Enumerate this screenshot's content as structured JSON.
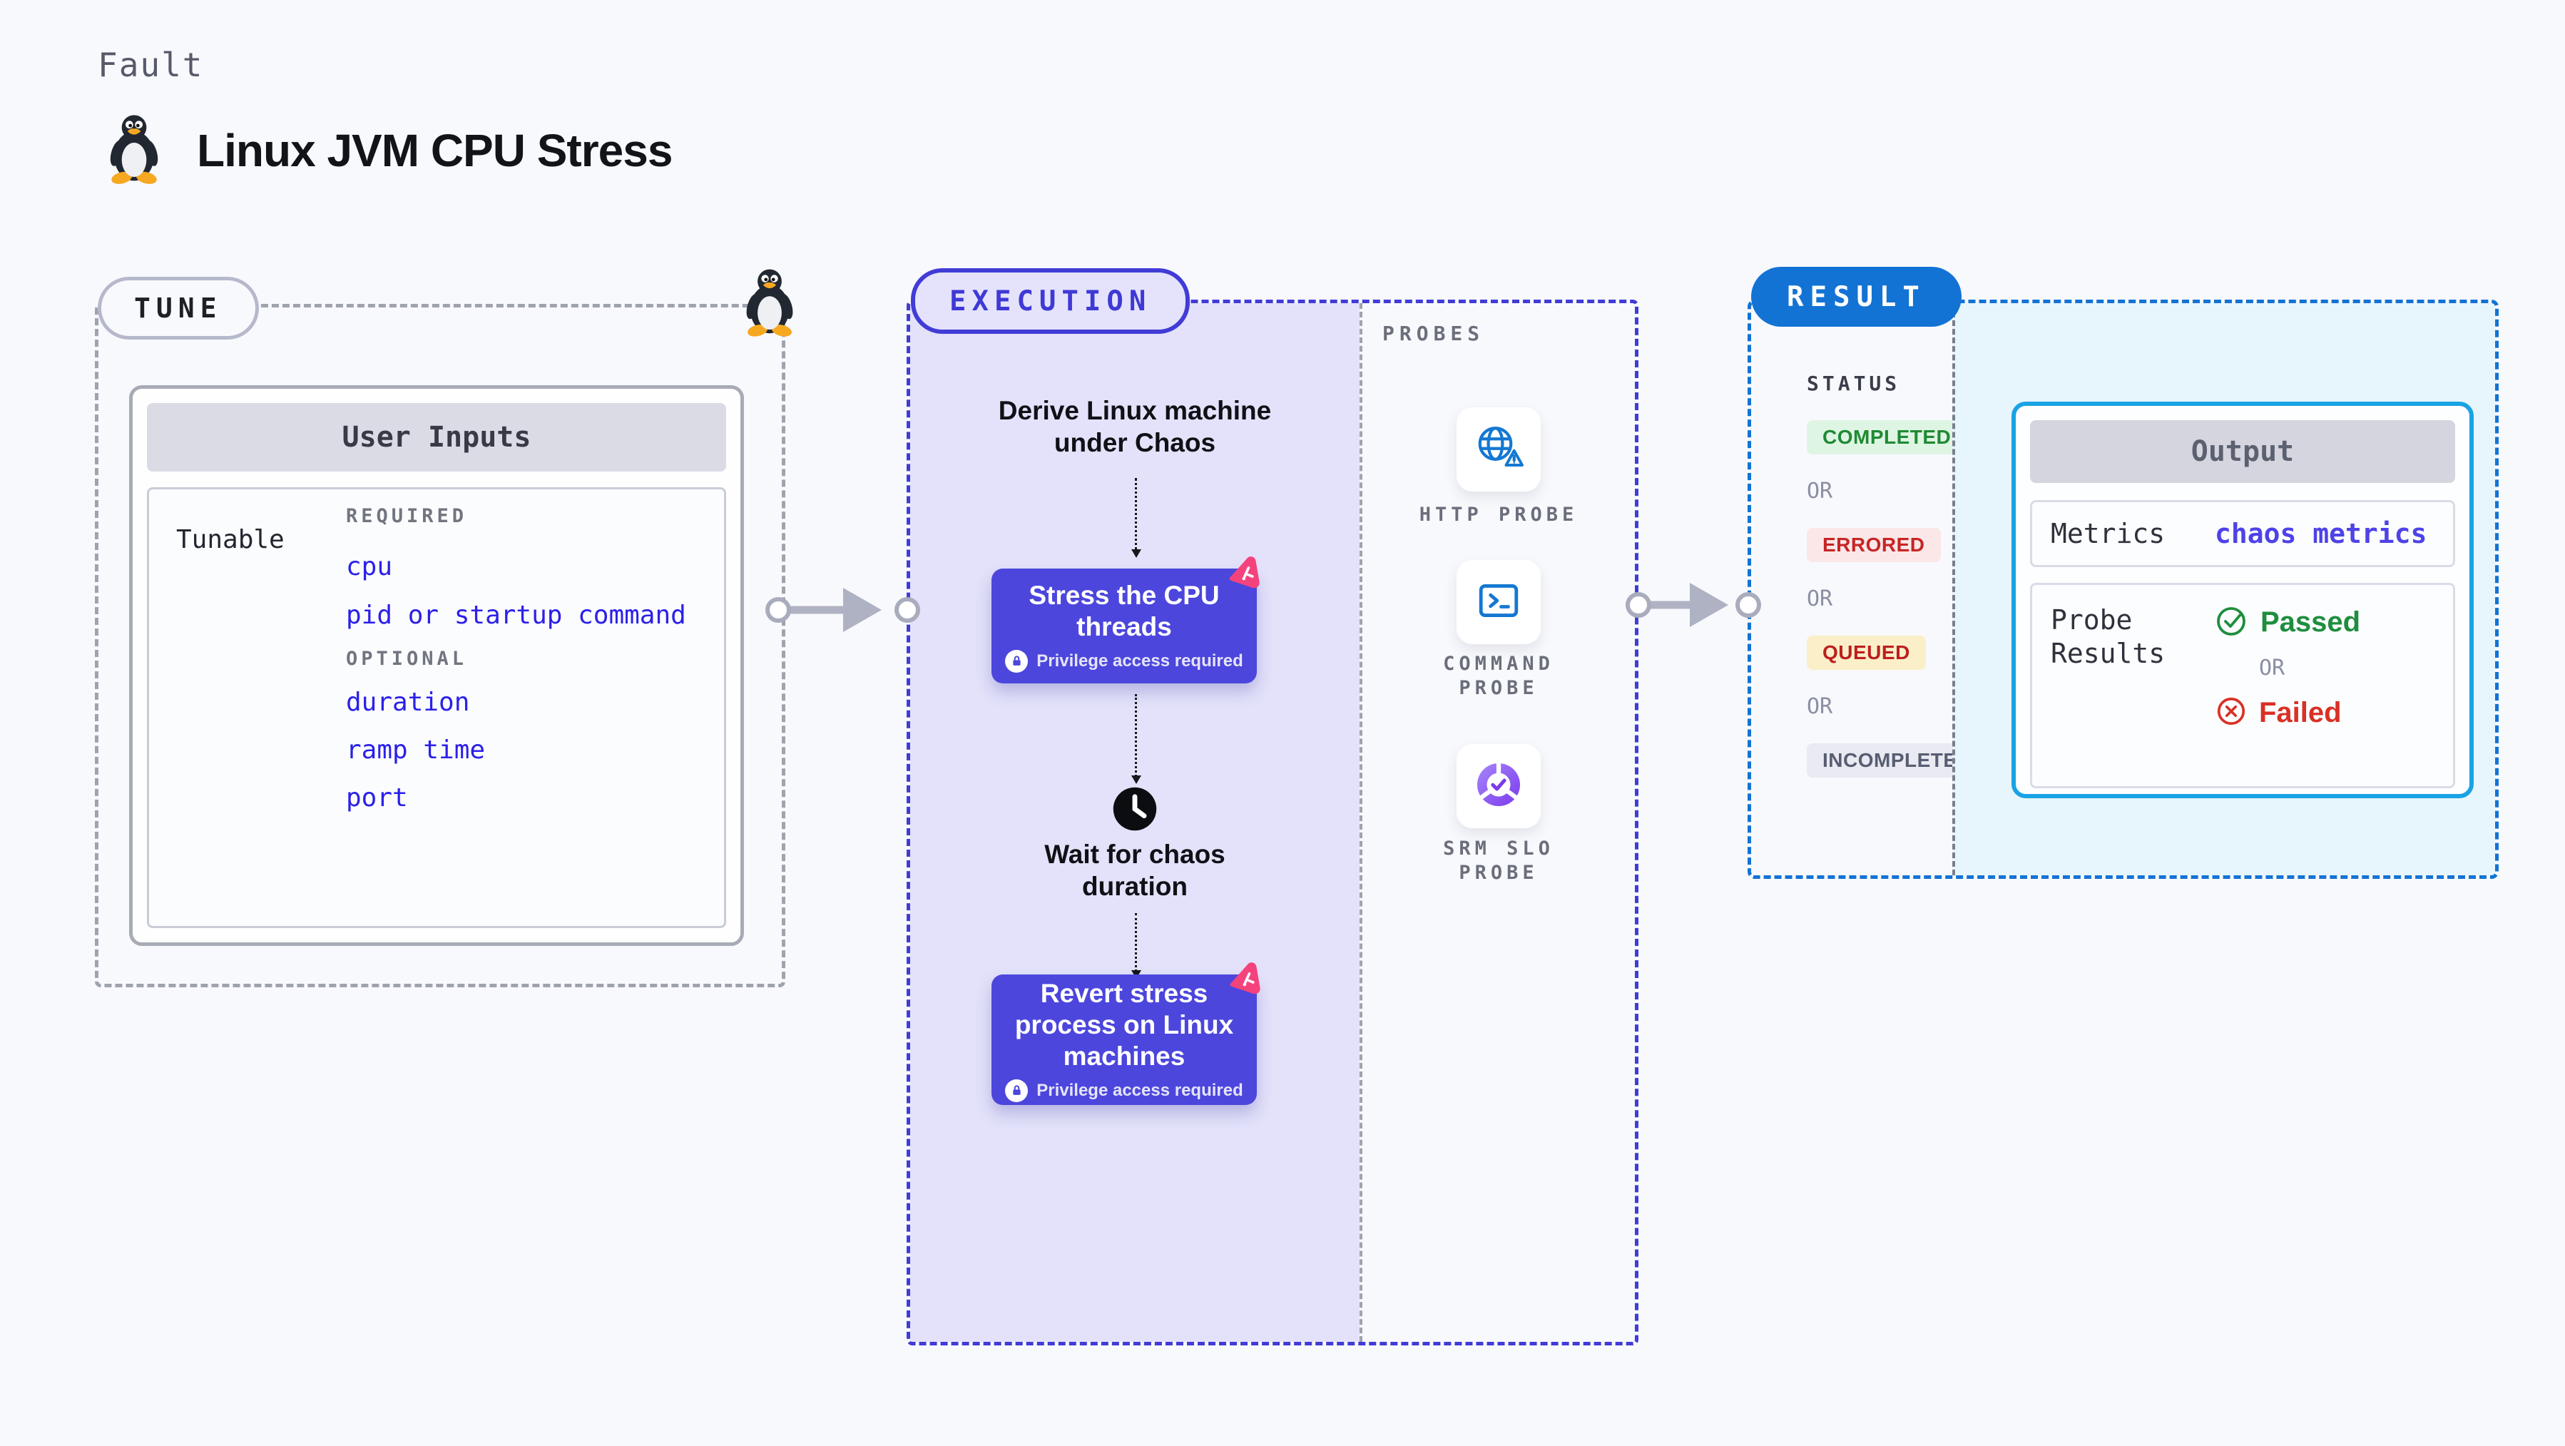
{
  "page": {
    "kicker": "Fault",
    "title": "Linux JVM CPU Stress"
  },
  "tune": {
    "badge": "TUNE",
    "card_title": "User Inputs",
    "row_label": "Tunable",
    "required_label": "REQUIRED",
    "required_items": [
      "cpu",
      "pid or startup command"
    ],
    "optional_label": "OPTIONAL",
    "optional_items": [
      "duration",
      "ramp time",
      "port"
    ]
  },
  "execution": {
    "badge": "EXECUTION",
    "derive": "Derive Linux machine under Chaos",
    "stress": {
      "title": "Stress the CPU threads",
      "note": "Privilege access required"
    },
    "wait": "Wait for chaos duration",
    "revert": {
      "title": "Revert stress process on Linux machines",
      "note": "Privilege access required"
    },
    "probes": {
      "heading": "PROBES",
      "items": [
        "HTTP PROBE",
        "COMMAND PROBE",
        "SRM SLO PROBE"
      ]
    }
  },
  "result": {
    "badge": "RESULT",
    "status_heading": "STATUS",
    "or": "OR",
    "statuses": [
      {
        "label": "COMPLETED",
        "tone": "green"
      },
      {
        "label": "ERRORED",
        "tone": "red"
      },
      {
        "label": "QUEUED",
        "tone": "yellow"
      },
      {
        "label": "INCOMPLETED",
        "tone": "gray"
      }
    ],
    "output": {
      "title": "Output",
      "metrics_label": "Metrics",
      "metrics_value": "chaos metrics",
      "probe_label": "Probe Results",
      "passed": "Passed",
      "failed": "Failed"
    }
  },
  "colors": {
    "indigo": "#4C46DD",
    "lavender": "#E3E2FA",
    "result_blue": "#1273D4",
    "output_border": "#19A3E4",
    "probe_blue": "#1478D2",
    "pink": "#F4437C",
    "green": "#1E8E3E",
    "red": "#D93025",
    "link_blue": "#2B20E8"
  }
}
